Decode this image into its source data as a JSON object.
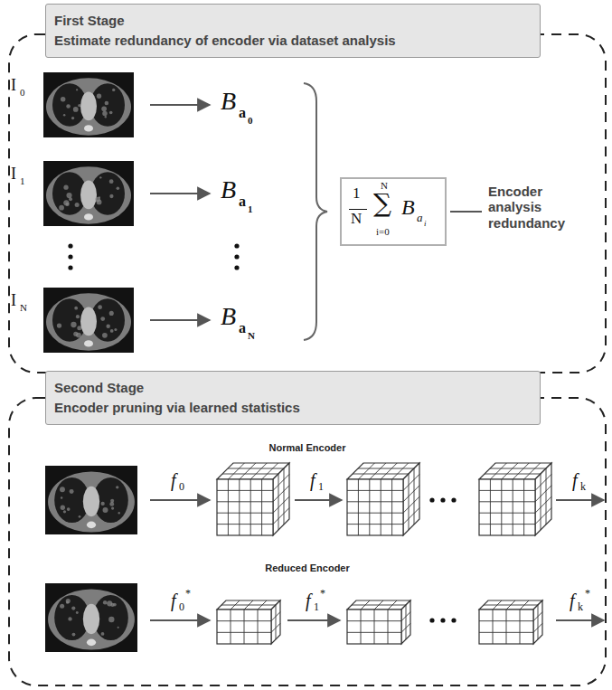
{
  "diagram": {
    "nodes": [
      {
        "text": [
          "First Stage",
          "Estimate redundancy of encoder via dataset analysis"
        ]
      },
      {
        "text": [
          "1",
          "N",
          "N",
          "∑",
          "i=0",
          "B",
          "a",
          "i"
        ]
      },
      {
        "text": [
          "Second Stage",
          "Encoder pruning via learned statistics"
        ]
      }
    ],
    "labels": [
      "I",
      "0",
      "I",
      "1",
      "I",
      "N",
      "B",
      "a",
      "0",
      "B",
      "a",
      "1",
      "B",
      "a",
      "N",
      "Encoder analysis redundancy",
      "Normal Encoder",
      "f",
      "0",
      "f",
      "1",
      "f",
      "k",
      "Reduced Encoder",
      "f",
      "0",
      "*",
      "f",
      "1",
      "*",
      "f",
      "k",
      "*"
    ]
  }
}
